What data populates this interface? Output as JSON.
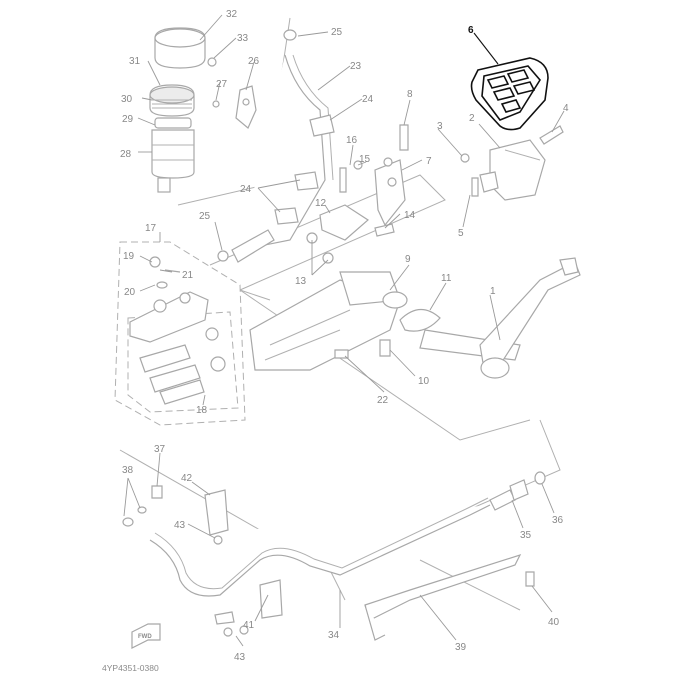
{
  "diagram": {
    "drawing_code": "4YP4351-0380",
    "highlighted_callout": "6",
    "highlight_color": "#111111",
    "line_color": "#a8a8a8",
    "direction_marker": "FWD",
    "callouts": {
      "c1": "1",
      "c2": "2",
      "c3": "3",
      "c4": "4",
      "c5": "5",
      "c6": "6",
      "c7": "7",
      "c8": "8",
      "c9": "9",
      "c10": "10",
      "c11": "11",
      "c12": "12",
      "c13": "13",
      "c14": "14",
      "c15": "15",
      "c16": "16",
      "c17": "17",
      "c18": "18",
      "c19": "19",
      "c20": "20",
      "c21": "21",
      "c22": "22",
      "c23": "23",
      "c24a": "24",
      "c24b": "24",
      "c25a": "25",
      "c25b": "25",
      "c26": "26",
      "c27": "27",
      "c28": "28",
      "c29": "29",
      "c30": "30",
      "c31": "31",
      "c32": "32",
      "c33": "33",
      "c34": "34",
      "c35": "35",
      "c36": "36",
      "c37": "37",
      "c38": "38",
      "c39": "39",
      "c40": "40",
      "c41": "41",
      "c42": "42",
      "c43a": "43",
      "c43b": "43"
    }
  }
}
